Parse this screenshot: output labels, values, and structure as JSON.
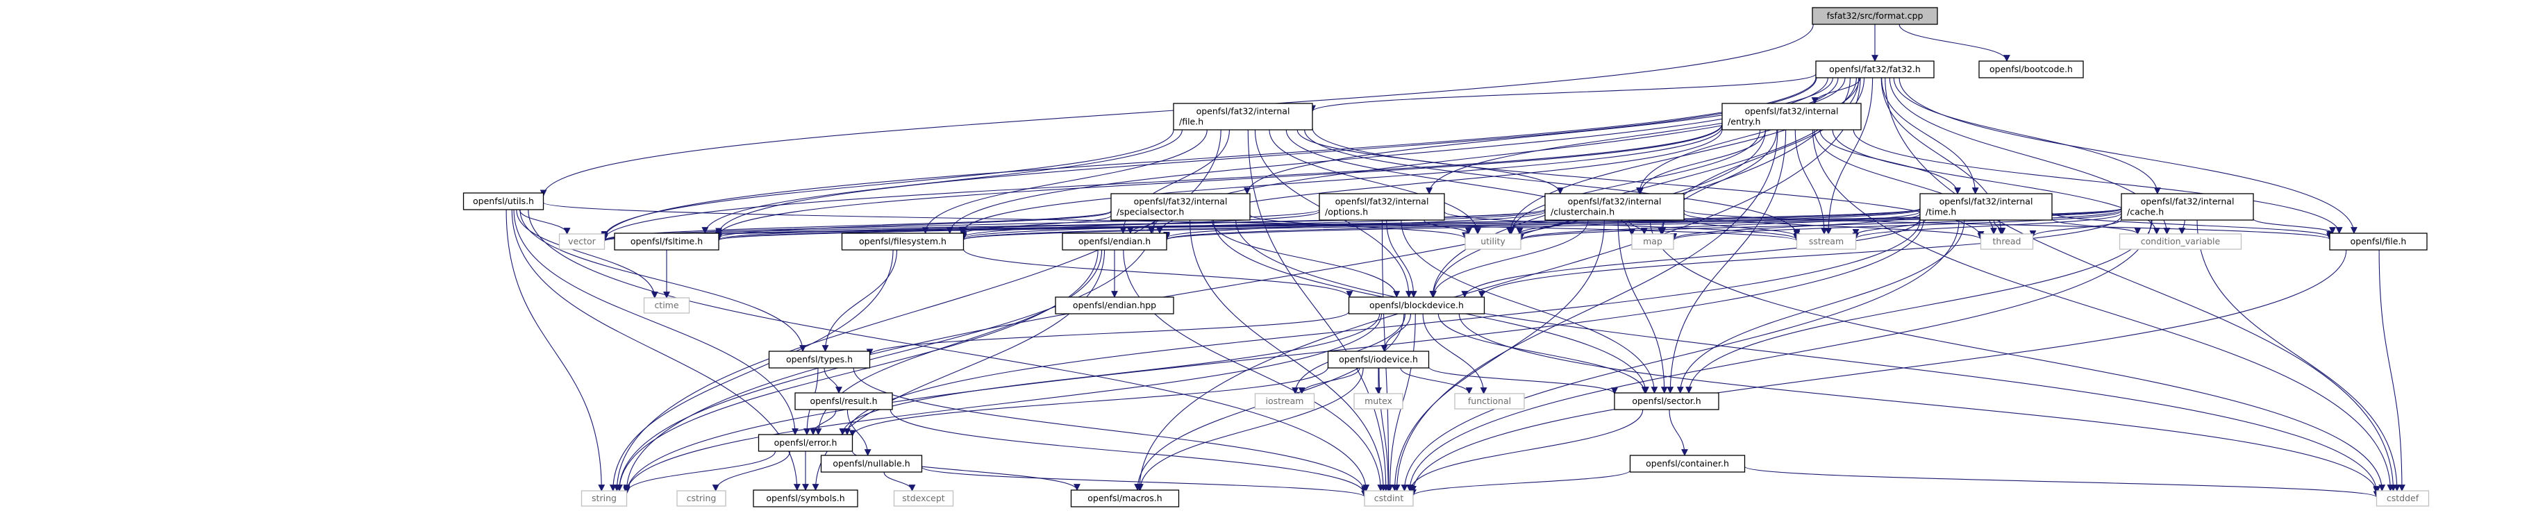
{
  "colors": {
    "edge": "#191970",
    "node_border": "#000000",
    "node_text": "#000000",
    "root_fill": "#bfbfbf",
    "header_fill": "#ffffff",
    "system_border": "#bfbfbf",
    "system_text": "#6b6b6b"
  },
  "nodes": [
    {
      "id": "format",
      "lines": [
        "fsfat32/src/format.cpp"
      ],
      "kind": "root"
    },
    {
      "id": "fat32",
      "lines": [
        "openfsl/fat32/fat32.h"
      ],
      "kind": "header"
    },
    {
      "id": "bootcode",
      "lines": [
        "openfsl/bootcode.h"
      ],
      "kind": "header"
    },
    {
      "id": "utils",
      "lines": [
        "openfsl/utils.h"
      ],
      "kind": "header"
    },
    {
      "id": "int_file",
      "lines": [
        "openfsl/fat32/internal",
        "/file.h"
      ],
      "kind": "header"
    },
    {
      "id": "int_entry",
      "lines": [
        "openfsl/fat32/internal",
        "/entry.h"
      ],
      "kind": "header"
    },
    {
      "id": "int_special",
      "lines": [
        "openfsl/fat32/internal",
        "/specialsector.h"
      ],
      "kind": "header"
    },
    {
      "id": "int_options",
      "lines": [
        "openfsl/fat32/internal",
        "/options.h"
      ],
      "kind": "header"
    },
    {
      "id": "int_cluster",
      "lines": [
        "openfsl/fat32/internal",
        "/clusterchain.h"
      ],
      "kind": "header"
    },
    {
      "id": "int_time",
      "lines": [
        "openfsl/fat32/internal",
        "/time.h"
      ],
      "kind": "header"
    },
    {
      "id": "int_cache",
      "lines": [
        "openfsl/fat32/internal",
        "/cache.h"
      ],
      "kind": "header"
    },
    {
      "id": "vector",
      "lines": [
        "vector"
      ],
      "kind": "system"
    },
    {
      "id": "fsltime",
      "lines": [
        "openfsl/fsltime.h"
      ],
      "kind": "header"
    },
    {
      "id": "filesystem",
      "lines": [
        "openfsl/filesystem.h"
      ],
      "kind": "header"
    },
    {
      "id": "endian",
      "lines": [
        "openfsl/endian.h"
      ],
      "kind": "header"
    },
    {
      "id": "utility",
      "lines": [
        "utility"
      ],
      "kind": "system"
    },
    {
      "id": "map",
      "lines": [
        "map"
      ],
      "kind": "system"
    },
    {
      "id": "sstream",
      "lines": [
        "sstream"
      ],
      "kind": "system"
    },
    {
      "id": "thread",
      "lines": [
        "thread"
      ],
      "kind": "system"
    },
    {
      "id": "condvar",
      "lines": [
        "condition_variable"
      ],
      "kind": "system"
    },
    {
      "id": "file",
      "lines": [
        "openfsl/file.h"
      ],
      "kind": "header"
    },
    {
      "id": "ctime",
      "lines": [
        "ctime"
      ],
      "kind": "system"
    },
    {
      "id": "endianhpp",
      "lines": [
        "openfsl/endian.hpp"
      ],
      "kind": "header"
    },
    {
      "id": "blockdevice",
      "lines": [
        "openfsl/blockdevice.h"
      ],
      "kind": "header"
    },
    {
      "id": "types",
      "lines": [
        "openfsl/types.h"
      ],
      "kind": "header"
    },
    {
      "id": "iodevice",
      "lines": [
        "openfsl/iodevice.h"
      ],
      "kind": "header"
    },
    {
      "id": "iostream",
      "lines": [
        "iostream"
      ],
      "kind": "system"
    },
    {
      "id": "mutex",
      "lines": [
        "mutex"
      ],
      "kind": "system"
    },
    {
      "id": "functional",
      "lines": [
        "functional"
      ],
      "kind": "system"
    },
    {
      "id": "sector",
      "lines": [
        "openfsl/sector.h"
      ],
      "kind": "header"
    },
    {
      "id": "result",
      "lines": [
        "openfsl/result.h"
      ],
      "kind": "header"
    },
    {
      "id": "error",
      "lines": [
        "openfsl/error.h"
      ],
      "kind": "header"
    },
    {
      "id": "nullable",
      "lines": [
        "openfsl/nullable.h"
      ],
      "kind": "header"
    },
    {
      "id": "container",
      "lines": [
        "openfsl/container.h"
      ],
      "kind": "header"
    },
    {
      "id": "string",
      "lines": [
        "string"
      ],
      "kind": "system"
    },
    {
      "id": "cstring",
      "lines": [
        "cstring"
      ],
      "kind": "system"
    },
    {
      "id": "symbols",
      "lines": [
        "openfsl/symbols.h"
      ],
      "kind": "header"
    },
    {
      "id": "stdexcept",
      "lines": [
        "stdexcept"
      ],
      "kind": "system"
    },
    {
      "id": "macros",
      "lines": [
        "openfsl/macros.h"
      ],
      "kind": "header"
    },
    {
      "id": "cstdint",
      "lines": [
        "cstdint"
      ],
      "kind": "system"
    },
    {
      "id": "cstddef",
      "lines": [
        "cstddef"
      ],
      "kind": "system"
    }
  ],
  "edges": [
    [
      "format",
      "fat32"
    ],
    [
      "format",
      "bootcode"
    ],
    [
      "format",
      "utils"
    ],
    [
      "fat32",
      "int_file"
    ],
    [
      "fat32",
      "int_entry"
    ],
    [
      "fat32",
      "int_special"
    ],
    [
      "fat32",
      "int_options"
    ],
    [
      "fat32",
      "int_cluster"
    ],
    [
      "fat32",
      "int_time"
    ],
    [
      "fat32",
      "int_cache"
    ],
    [
      "fat32",
      "vector"
    ],
    [
      "fat32",
      "fsltime"
    ],
    [
      "fat32",
      "filesystem"
    ],
    [
      "fat32",
      "endian"
    ],
    [
      "fat32",
      "utility"
    ],
    [
      "fat32",
      "map"
    ],
    [
      "fat32",
      "sstream"
    ],
    [
      "fat32",
      "thread"
    ],
    [
      "fat32",
      "condvar"
    ],
    [
      "fat32",
      "file"
    ],
    [
      "fat32",
      "blockdevice"
    ],
    [
      "fat32",
      "string"
    ],
    [
      "fat32",
      "cstddef"
    ],
    [
      "fat32",
      "macros"
    ],
    [
      "utils",
      "vector"
    ],
    [
      "utils",
      "string"
    ],
    [
      "utils",
      "ctime"
    ],
    [
      "utils",
      "types"
    ],
    [
      "utils",
      "error"
    ],
    [
      "utils",
      "symbols"
    ],
    [
      "utils",
      "cstdint"
    ],
    [
      "utils",
      "sstream"
    ],
    [
      "int_file",
      "vector"
    ],
    [
      "int_file",
      "fsltime"
    ],
    [
      "int_file",
      "filesystem"
    ],
    [
      "int_file",
      "endian"
    ],
    [
      "int_file",
      "utility"
    ],
    [
      "int_file",
      "map"
    ],
    [
      "int_file",
      "sstream"
    ],
    [
      "int_file",
      "thread"
    ],
    [
      "int_file",
      "int_cluster"
    ],
    [
      "int_file",
      "string"
    ],
    [
      "int_file",
      "cstdint"
    ],
    [
      "int_file",
      "blockdevice"
    ],
    [
      "int_entry",
      "int_cluster"
    ],
    [
      "int_entry",
      "int_time"
    ],
    [
      "int_entry",
      "vector"
    ],
    [
      "int_entry",
      "fsltime"
    ],
    [
      "int_entry",
      "filesystem"
    ],
    [
      "int_entry",
      "endian"
    ],
    [
      "int_entry",
      "utility"
    ],
    [
      "int_entry",
      "map"
    ],
    [
      "int_entry",
      "sstream"
    ],
    [
      "int_entry",
      "thread"
    ],
    [
      "int_entry",
      "condvar"
    ],
    [
      "int_entry",
      "file"
    ],
    [
      "int_entry",
      "sector"
    ],
    [
      "int_entry",
      "blockdevice"
    ],
    [
      "int_entry",
      "cstddef"
    ],
    [
      "int_entry",
      "cstdint"
    ],
    [
      "int_special",
      "vector"
    ],
    [
      "int_special",
      "fsltime"
    ],
    [
      "int_special",
      "filesystem"
    ],
    [
      "int_special",
      "endian"
    ],
    [
      "int_special",
      "blockdevice"
    ],
    [
      "int_special",
      "sector"
    ],
    [
      "int_special",
      "string"
    ],
    [
      "int_special",
      "cstdint"
    ],
    [
      "int_special",
      "utility"
    ],
    [
      "int_special",
      "cstddef"
    ],
    [
      "int_options",
      "vector"
    ],
    [
      "int_options",
      "filesystem"
    ],
    [
      "int_options",
      "blockdevice"
    ],
    [
      "int_options",
      "sector"
    ],
    [
      "int_options",
      "utility"
    ],
    [
      "int_options",
      "sstream"
    ],
    [
      "int_options",
      "cstdint"
    ],
    [
      "int_cluster",
      "vector"
    ],
    [
      "int_cluster",
      "fsltime"
    ],
    [
      "int_cluster",
      "filesystem"
    ],
    [
      "int_cluster",
      "endian"
    ],
    [
      "int_cluster",
      "blockdevice"
    ],
    [
      "int_cluster",
      "sector"
    ],
    [
      "int_cluster",
      "utility"
    ],
    [
      "int_cluster",
      "map"
    ],
    [
      "int_cluster",
      "sstream"
    ],
    [
      "int_cluster",
      "thread"
    ],
    [
      "int_cluster",
      "file"
    ],
    [
      "int_cluster",
      "cstdint"
    ],
    [
      "int_cluster",
      "cstddef"
    ],
    [
      "int_time",
      "vector"
    ],
    [
      "int_time",
      "fsltime"
    ],
    [
      "int_time",
      "filesystem"
    ],
    [
      "int_time",
      "endian"
    ],
    [
      "int_time",
      "utility"
    ],
    [
      "int_time",
      "map"
    ],
    [
      "int_time",
      "sstream"
    ],
    [
      "int_time",
      "thread"
    ],
    [
      "int_time",
      "condvar"
    ],
    [
      "int_time",
      "file"
    ],
    [
      "int_time",
      "blockdevice"
    ],
    [
      "int_time",
      "sector"
    ],
    [
      "int_time",
      "string"
    ],
    [
      "int_time",
      "cstdint"
    ],
    [
      "int_time",
      "error"
    ],
    [
      "int_cache",
      "vector"
    ],
    [
      "int_cache",
      "fsltime"
    ],
    [
      "int_cache",
      "filesystem"
    ],
    [
      "int_cache",
      "endian"
    ],
    [
      "int_cache",
      "utility"
    ],
    [
      "int_cache",
      "map"
    ],
    [
      "int_cache",
      "sstream"
    ],
    [
      "int_cache",
      "thread"
    ],
    [
      "int_cache",
      "condvar"
    ],
    [
      "int_cache",
      "file"
    ],
    [
      "int_cache",
      "blockdevice"
    ],
    [
      "int_cache",
      "sector"
    ],
    [
      "int_cache",
      "cstdint"
    ],
    [
      "int_cache",
      "cstddef"
    ],
    [
      "fsltime",
      "ctime"
    ],
    [
      "filesystem",
      "blockdevice"
    ],
    [
      "filesystem",
      "types"
    ],
    [
      "filesystem",
      "string"
    ],
    [
      "endian",
      "endianhpp"
    ],
    [
      "endian",
      "cstdint"
    ],
    [
      "endian",
      "string"
    ],
    [
      "endian",
      "error"
    ],
    [
      "endian",
      "symbols"
    ],
    [
      "file",
      "cstddef"
    ],
    [
      "file",
      "cstdint"
    ],
    [
      "blockdevice",
      "types"
    ],
    [
      "blockdevice",
      "iodevice"
    ],
    [
      "blockdevice",
      "sector"
    ],
    [
      "blockdevice",
      "iostream"
    ],
    [
      "blockdevice",
      "functional"
    ],
    [
      "blockdevice",
      "error"
    ],
    [
      "blockdevice",
      "cstdint"
    ],
    [
      "blockdevice",
      "cstddef"
    ],
    [
      "blockdevice",
      "string"
    ],
    [
      "blockdevice",
      "macros"
    ],
    [
      "types",
      "result"
    ],
    [
      "types",
      "error"
    ],
    [
      "types",
      "cstdint"
    ],
    [
      "iodevice",
      "iostream"
    ],
    [
      "iodevice",
      "mutex"
    ],
    [
      "iodevice",
      "functional"
    ],
    [
      "iodevice",
      "sector"
    ],
    [
      "iodevice",
      "error"
    ],
    [
      "iodevice",
      "cstdint"
    ],
    [
      "iodevice",
      "macros"
    ],
    [
      "sector",
      "container"
    ],
    [
      "sector",
      "cstdint"
    ],
    [
      "result",
      "error"
    ],
    [
      "result",
      "nullable"
    ],
    [
      "result",
      "cstdint"
    ],
    [
      "error",
      "string"
    ],
    [
      "error",
      "cstring"
    ],
    [
      "error",
      "symbols"
    ],
    [
      "error",
      "macros"
    ],
    [
      "nullable",
      "stdexcept"
    ],
    [
      "nullable",
      "cstdint"
    ],
    [
      "container",
      "cstddef"
    ],
    [
      "container",
      "cstdint"
    ]
  ]
}
